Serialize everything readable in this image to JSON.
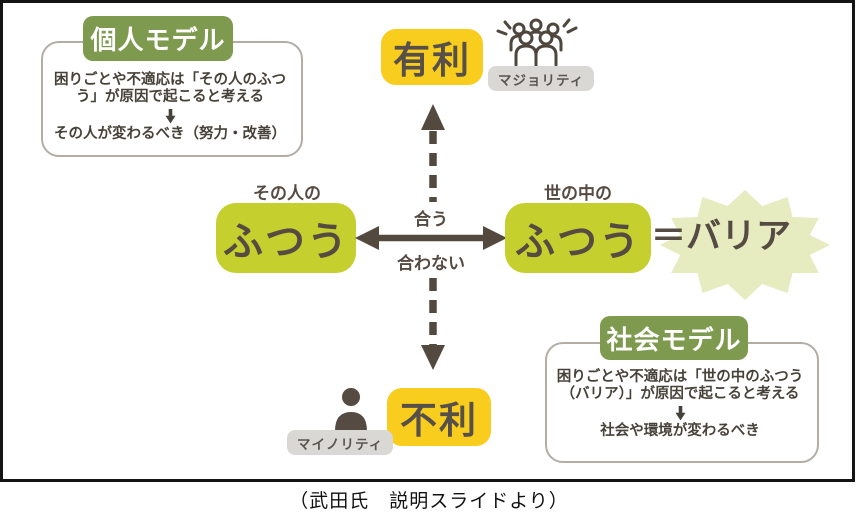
{
  "palette": {
    "model_header_green": "#7d9a4e",
    "norm_green": "#c5cf2d",
    "highlight_yellow": "#f8cd1d",
    "burst_pale_green": "#e6ecc0",
    "badge_gray": "#d9d8d4",
    "diagram_text_brown": "#554b42",
    "frame_border": "#141414"
  },
  "personal_model": {
    "title": "個人モデル",
    "body_line1": "困りごとや不適応は「その人のふつ",
    "body_line2": "う」が原因で起こると考える",
    "conclusion": "その人が変わるべき（努力・改善）"
  },
  "social_model": {
    "title": "社会モデル",
    "body_line1": "困りごとや不適応は「世の中のふつう",
    "body_line2": "（バリア）」が原因で起こると考える",
    "conclusion": "社会や環境が変わるべき"
  },
  "top": {
    "label": "有利",
    "badge": "マジョリティ",
    "icon": "people-group-icon"
  },
  "bottom": {
    "label": "不利",
    "badge": "マイノリティ",
    "icon": "person-icon"
  },
  "left_norm": {
    "caption": "その人の",
    "label": "ふつう"
  },
  "right_norm": {
    "caption": "世の中の",
    "label": "ふつう"
  },
  "barrier_label": "＝バリア",
  "axis": {
    "match": "合う",
    "mismatch": "合わない"
  },
  "caption": "（武田氏　説明スライドより）"
}
